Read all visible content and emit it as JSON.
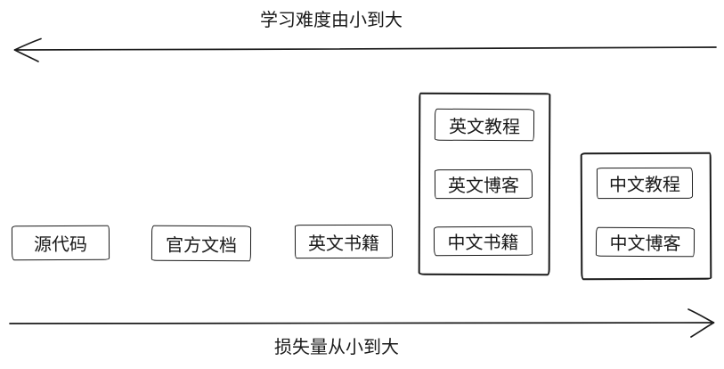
{
  "diagram": {
    "background": "#ffffff",
    "stroke_color": "#1a1a1a",
    "top_axis": {
      "label": "学习难度由小到大",
      "arrow_direction": "left"
    },
    "bottom_axis": {
      "label": "损失量从小到大",
      "arrow_direction": "right"
    },
    "nodes": [
      {
        "label": "源代码"
      },
      {
        "label": "官方文档"
      },
      {
        "label": "英文书籍"
      }
    ],
    "groups": [
      {
        "items": [
          {
            "label": "英文教程"
          },
          {
            "label": "英文博客"
          },
          {
            "label": "中文书籍"
          }
        ]
      },
      {
        "items": [
          {
            "label": "中文教程"
          },
          {
            "label": "中文博客"
          }
        ]
      }
    ]
  }
}
